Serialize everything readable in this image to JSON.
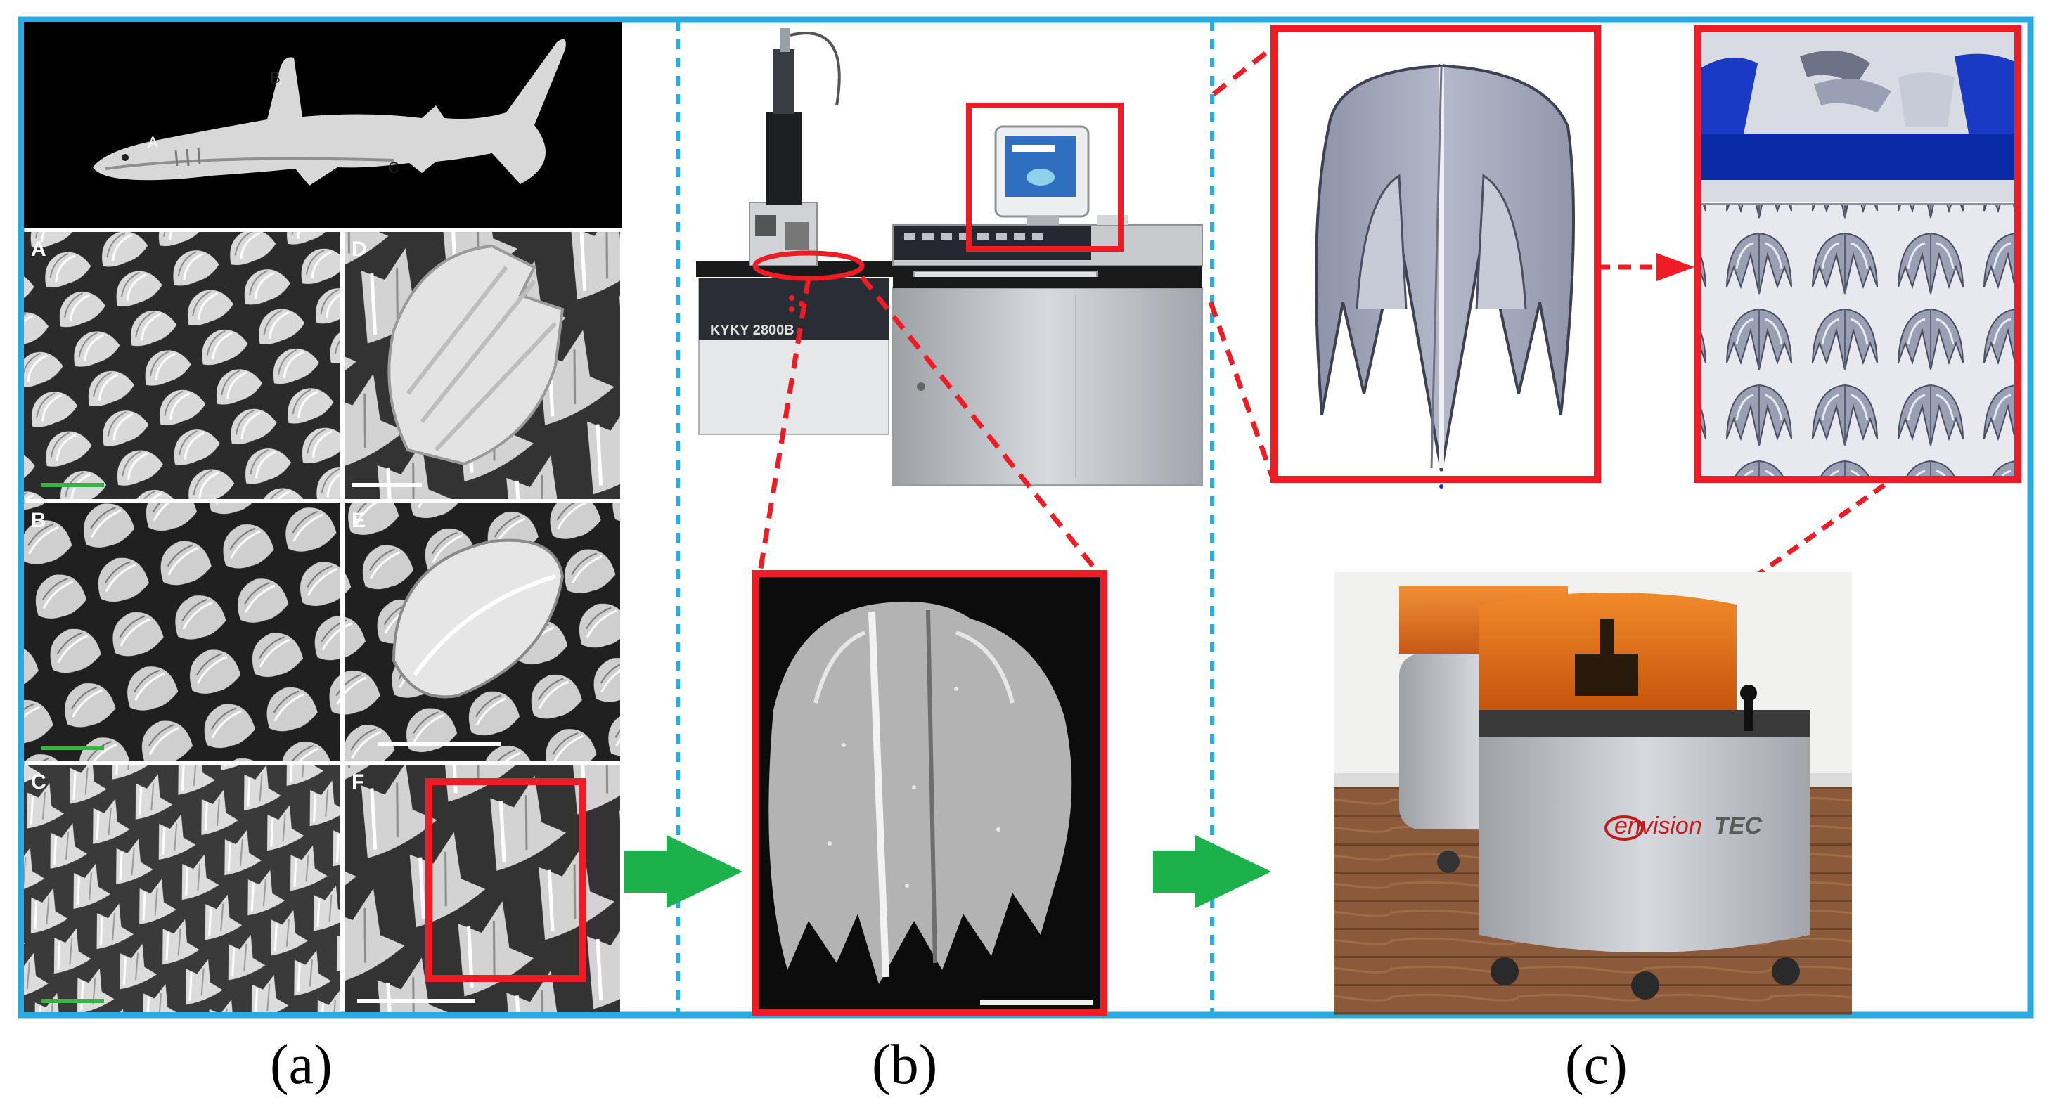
{
  "colors": {
    "frame_blue": "#29aae3",
    "highlight_red": "#ee1c24",
    "arrow_green": "#1db14b",
    "sem_black": "#0c0c0c",
    "cad_gray": "#a4a9ba",
    "cad_blue": "#0b2aa7",
    "printer_orange": "#e46a12",
    "floor_wood": "#8a5a3b"
  },
  "panel_a": {
    "shark_labels": {
      "a": "A",
      "b": "B",
      "c": "C"
    },
    "tiles": [
      {
        "id": "A",
        "label": "A"
      },
      {
        "id": "B",
        "label": "B"
      },
      {
        "id": "C",
        "label": "C"
      },
      {
        "id": "D",
        "label": "D"
      },
      {
        "id": "E",
        "label": "E"
      },
      {
        "id": "F",
        "label": "F"
      }
    ]
  },
  "panel_b": {
    "instrument_label": "KYKY 2800B"
  },
  "panel_c": {
    "printer_brand_prefix": "envision",
    "printer_brand_suffix": "TEC"
  },
  "captions": {
    "a": "(a)",
    "b": "(b)",
    "c": "(c)"
  }
}
